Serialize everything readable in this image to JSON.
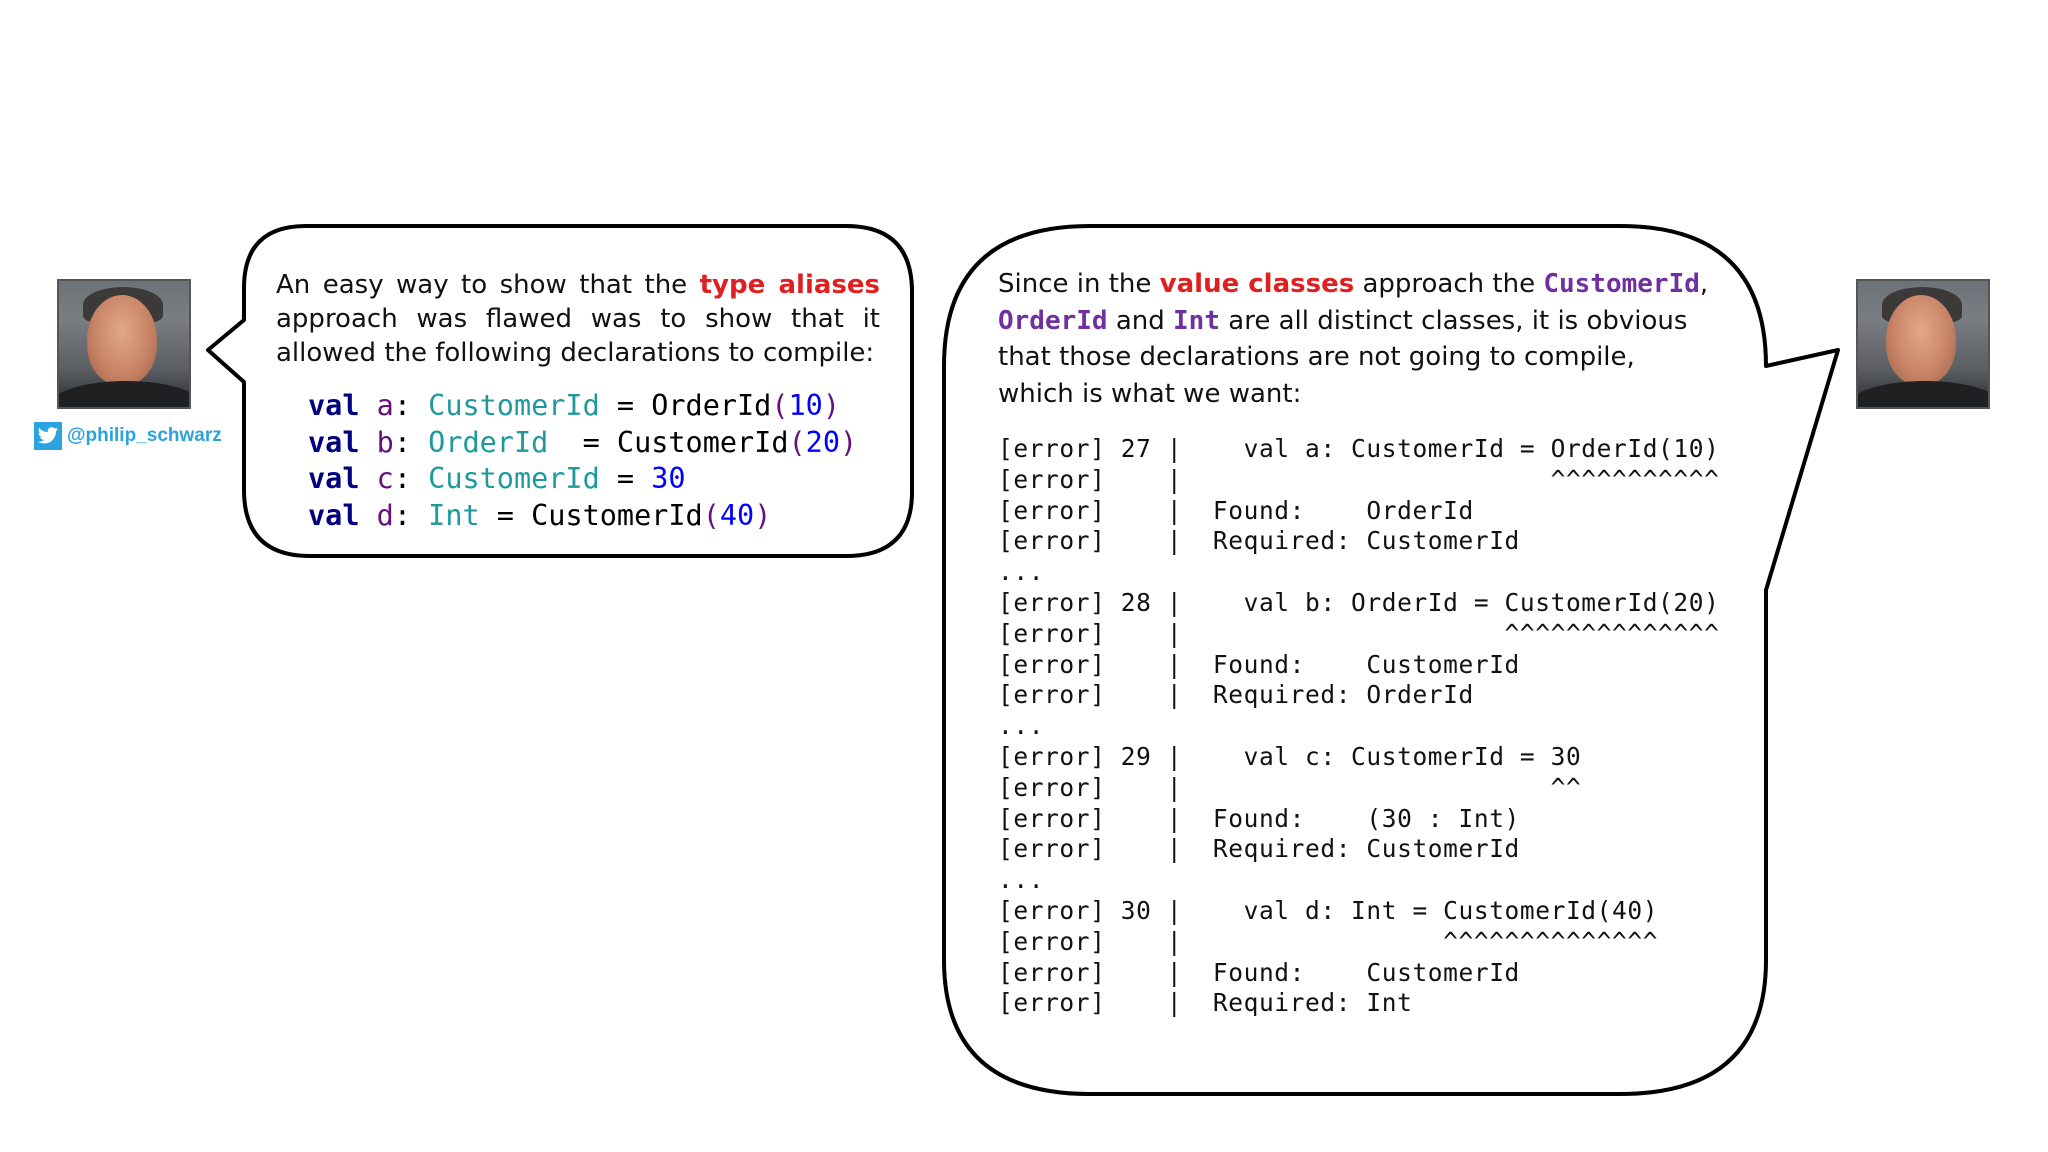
{
  "left_speaker": {
    "handle": "@philip_schwarz",
    "bubble": {
      "text_parts": [
        "An easy way to show that the ",
        "type aliases",
        " approach was flawed was to show that it allowed the following declarations to compile:"
      ],
      "code": [
        {
          "kw": "val",
          "name": "a",
          "type": "CustomerId",
          "eq": " = ",
          "ctor": "OrderId",
          "arg": "10"
        },
        {
          "kw": "val",
          "name": "b",
          "type": "OrderId",
          "eq": "  = ",
          "ctor": "CustomerId",
          "arg": "20"
        },
        {
          "kw": "val",
          "name": "c",
          "type": "CustomerId",
          "eq": " = ",
          "ctor": "",
          "arg": "30"
        },
        {
          "kw": "val",
          "name": "d",
          "type": "Int",
          "eq": " = ",
          "ctor": "CustomerId",
          "arg": "40"
        }
      ]
    }
  },
  "right_speaker": {
    "bubble": {
      "text_parts": [
        "Since in the ",
        "value classes",
        " approach the ",
        "CustomerId",
        ", ",
        "OrderId",
        " and ",
        "Int",
        " are all distinct classes, it is obvious that those declarations are not going to compile, which is what we want:"
      ],
      "error_lines": [
        "[error] 27 |    val a: CustomerId = OrderId(10)",
        "[error]    |                        ^^^^^^^^^^^",
        "[error]    |  Found:    OrderId",
        "[error]    |  Required: CustomerId",
        "...",
        "[error] 28 |    val b: OrderId = CustomerId(20)",
        "[error]    |                     ^^^^^^^^^^^^^^",
        "[error]    |  Found:    CustomerId",
        "[error]    |  Required: OrderId",
        "...",
        "[error] 29 |    val c: CustomerId = 30",
        "[error]    |                        ^^",
        "[error]    |  Found:    (30 : Int)",
        "[error]    |  Required: CustomerId",
        "...",
        "[error] 30 |    val d: Int = CustomerId(40)",
        "[error]    |                 ^^^^^^^^^^^^^^",
        "[error]    |  Found:    CustomerId",
        "[error]    |  Required: Int"
      ]
    }
  }
}
